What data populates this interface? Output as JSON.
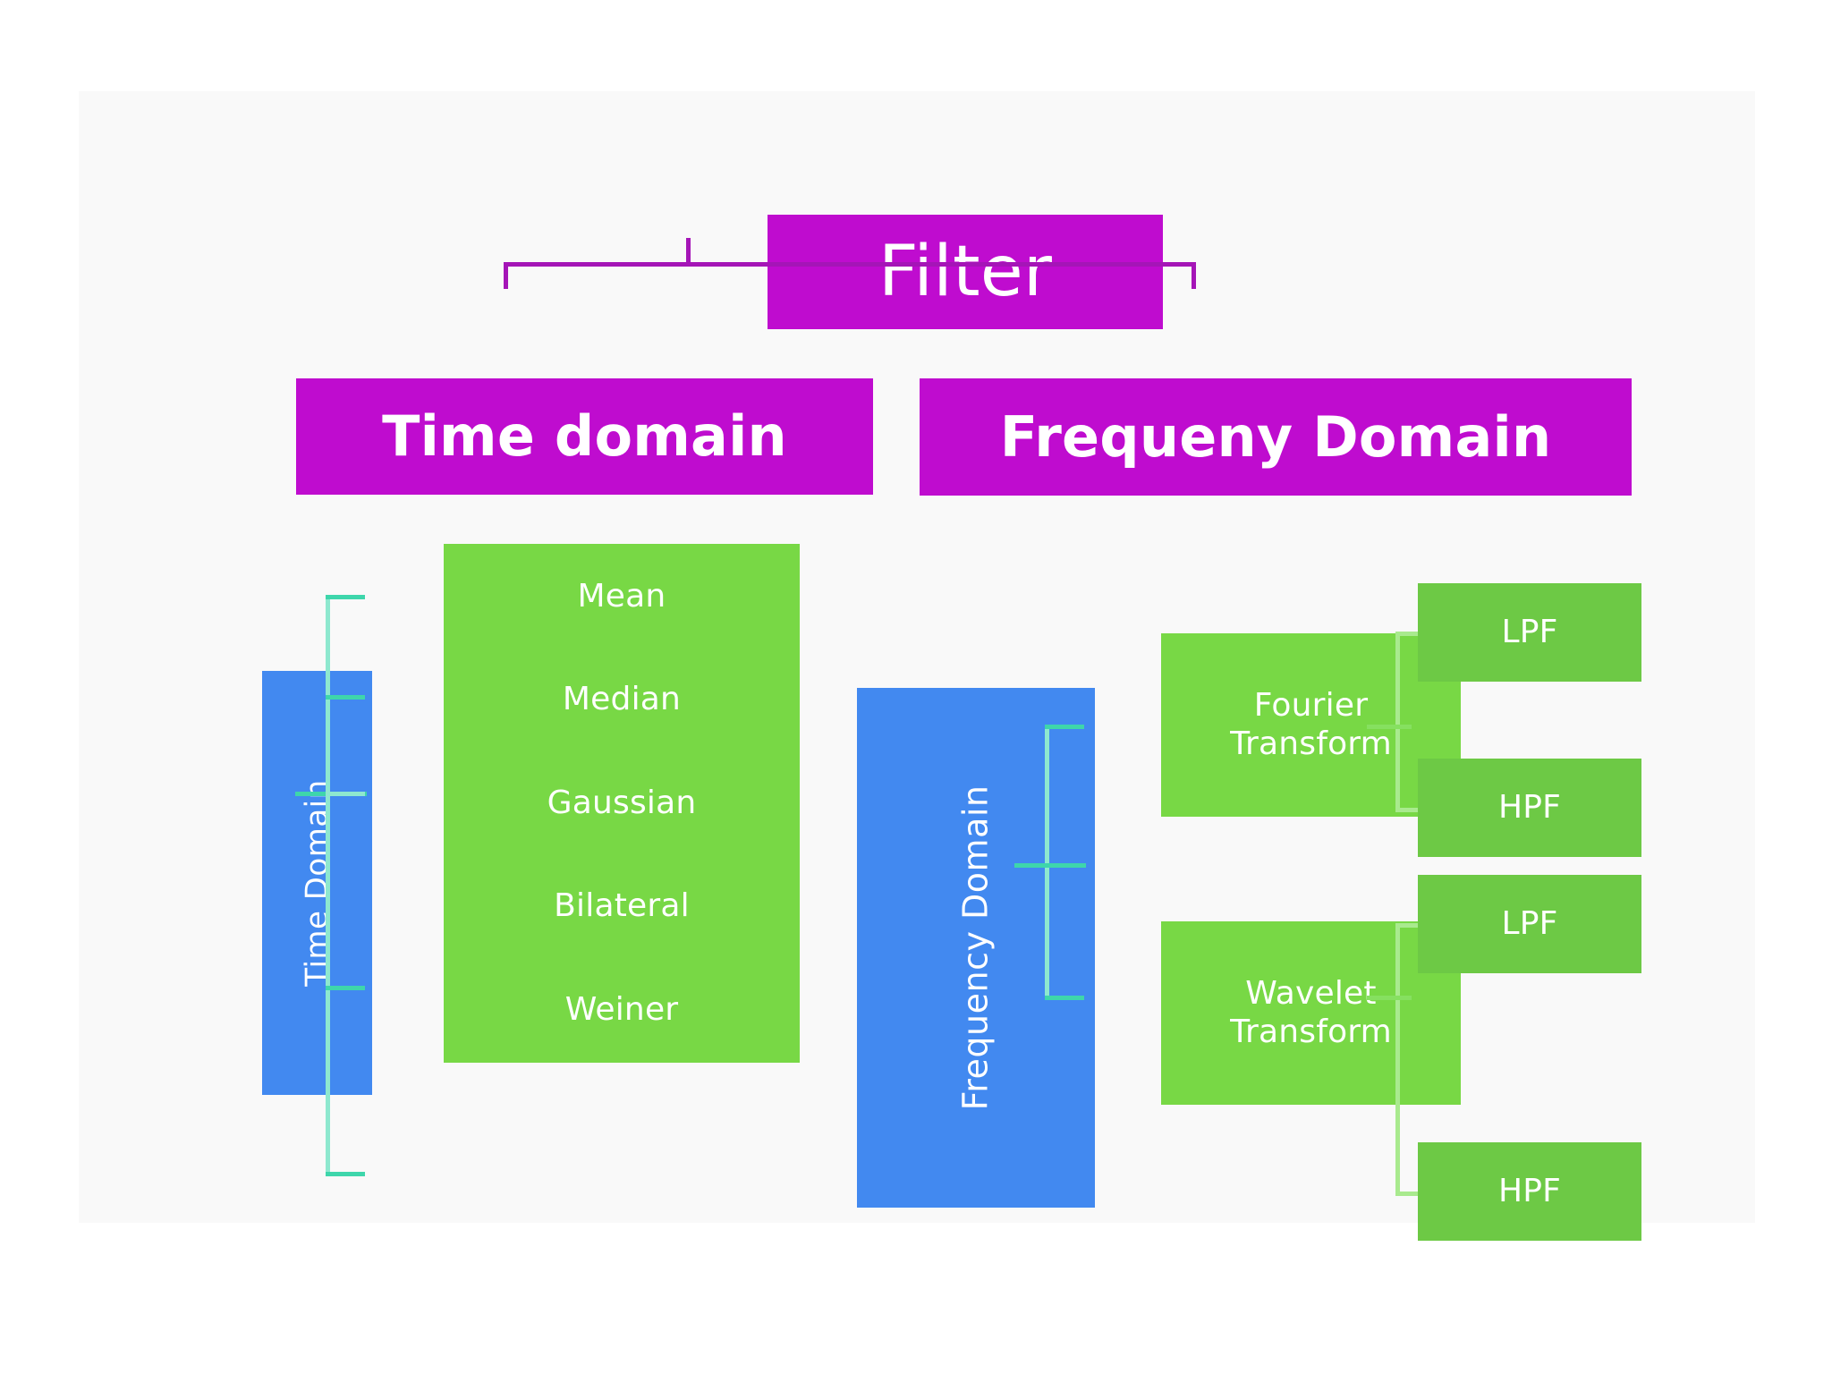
{
  "diagram": {
    "title_node": {
      "label": "Filter"
    },
    "tier2": [
      {
        "id": "time-domain-top",
        "label": "Time domain"
      },
      {
        "id": "frequency-domain-top",
        "label": "Frequeny Domain"
      }
    ],
    "branches": [
      {
        "id": "time-domain",
        "spine_label": "Time Domain",
        "children": [
          {
            "label": "Mean"
          },
          {
            "label": "Median"
          },
          {
            "label": "Gaussian"
          },
          {
            "label": "Bilateral"
          },
          {
            "label": "Weiner"
          }
        ]
      },
      {
        "id": "frequency-domain",
        "spine_label": "Frequency Domain",
        "children": [
          {
            "label": "Fourier\nTransform",
            "children": [
              {
                "label": "LPF"
              },
              {
                "label": "HPF"
              }
            ]
          },
          {
            "label": "Wavelet\nTransform",
            "children": [
              {
                "label": "LPF"
              },
              {
                "label": "HPF"
              }
            ]
          }
        ]
      }
    ],
    "colors": {
      "background": "#ffffff",
      "canvas": "#f9f9f9",
      "purple": "#bf0ccf",
      "purple_line": "#a515b7",
      "blue": "#4289f0",
      "green": "#78d845",
      "green_dark": "#6dc945",
      "teal_line": "#3ed6ab",
      "green_line": "#86e060",
      "text_on_fill": "#ffffff"
    }
  }
}
